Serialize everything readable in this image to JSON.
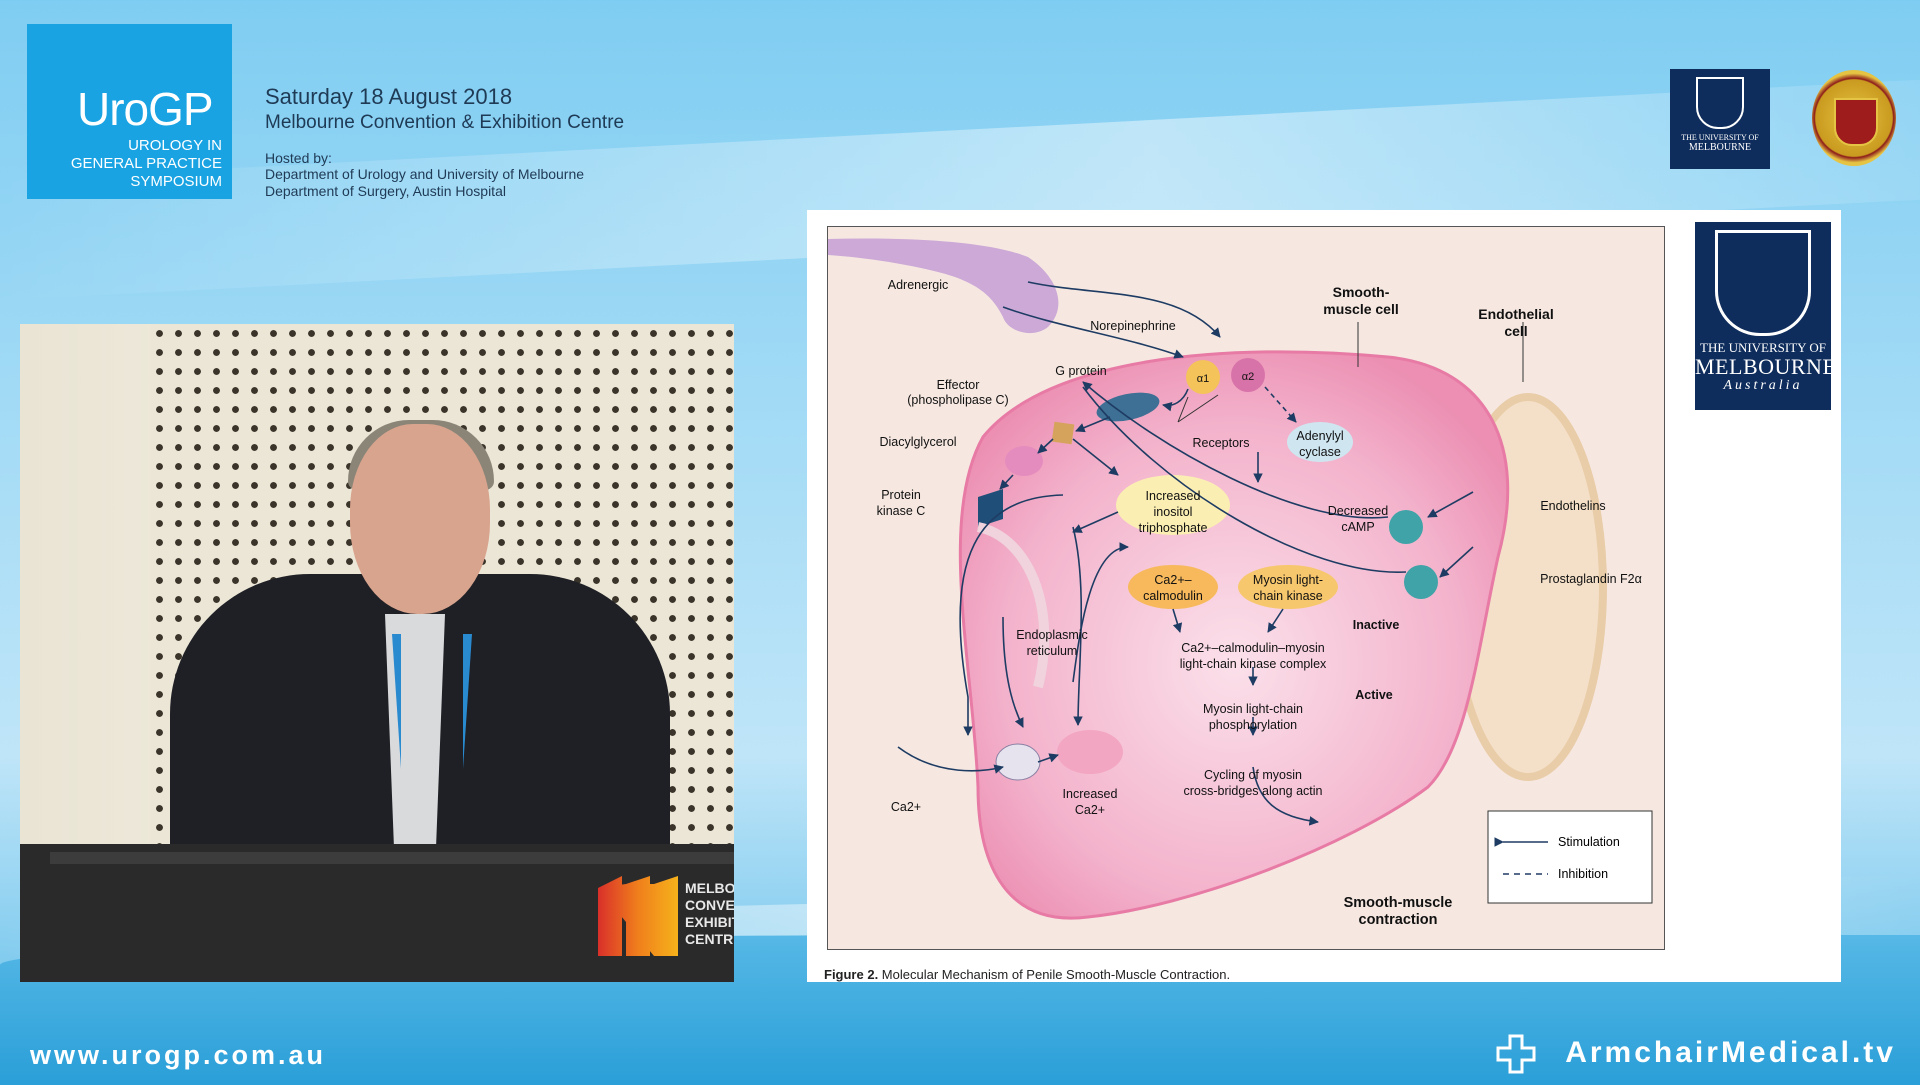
{
  "header": {
    "logo_main": "UroGP",
    "logo_sub": [
      "UROLOGY IN",
      "GENERAL PRACTICE",
      "SYMPOSIUM"
    ],
    "date": "Saturday 18 August 2018",
    "venue": "Melbourne Convention & Exhibition Centre",
    "hosted_by": "Hosted by:",
    "hosts": [
      "Department of Urology and University of Melbourne",
      "Department of Surgery, Austin Hospital"
    ],
    "uom_small": [
      "THE UNIVERSITY OF",
      "MELBOURNE"
    ]
  },
  "video": {
    "backdrop_sign": [
      "MELBOU",
      "CONVEN",
      "EXHIBIT",
      "CENTRE"
    ]
  },
  "slide": {
    "uom_logo": [
      "THE UNIVERSITY OF",
      "MELBOURNE",
      "Australia"
    ],
    "caption_label": "Figure 2.",
    "caption_text": " Molecular Mechanism of Penile Smooth-Muscle Contraction.",
    "diagram": {
      "adrenergic": "Adrenergic",
      "norepinephrine": "Norepinephrine",
      "smooth_muscle_cell": [
        "Smooth-",
        "muscle cell"
      ],
      "endothelial_cell": [
        "Endothelial",
        "cell"
      ],
      "g_protein": "G protein",
      "effector": [
        "Effector",
        "(phospholipase C)"
      ],
      "alpha1": "α1",
      "alpha2": "α2",
      "receptors": "Receptors",
      "adenylyl": [
        "Adenylyl",
        "cyclase"
      ],
      "diacylglycerol": "Diacylglycerol",
      "pkc": [
        "Protein",
        "kinase C"
      ],
      "ip3": [
        "Increased",
        "inositol",
        "triphosphate"
      ],
      "decreased_camp": [
        "Decreased",
        "cAMP"
      ],
      "endothelins": "Endothelins",
      "prostaglandin": "Prostaglandin F2α",
      "er": [
        "Endoplasmic",
        "reticulum"
      ],
      "calmodulin": [
        "Ca2+–",
        "calmodulin"
      ],
      "mlck": [
        "Myosin light-",
        "chain kinase"
      ],
      "inactive": "Inactive",
      "complex": [
        "Ca2+–calmodulin–myosin",
        "light-chain kinase complex"
      ],
      "active": "Active",
      "phosphorylation": [
        "Myosin light-chain",
        "phosphorylation"
      ],
      "cycling": [
        "Cycling of myosin",
        "cross-bridges along actin"
      ],
      "ca_in": "Ca2+",
      "increased_ca": [
        "Increased",
        "Ca2+"
      ],
      "contraction": [
        "Smooth-muscle",
        "contraction"
      ],
      "legend_stim": "Stimulation",
      "legend_inhib": "Inhibition"
    }
  },
  "footer": {
    "url": "www.urogp.com.au",
    "brand": "ArmchairMedical.tv"
  },
  "colors": {
    "brand_blue": "#19a3e3",
    "uom_navy": "#0f2d5c",
    "cell_pink": "#f2a9c4"
  }
}
